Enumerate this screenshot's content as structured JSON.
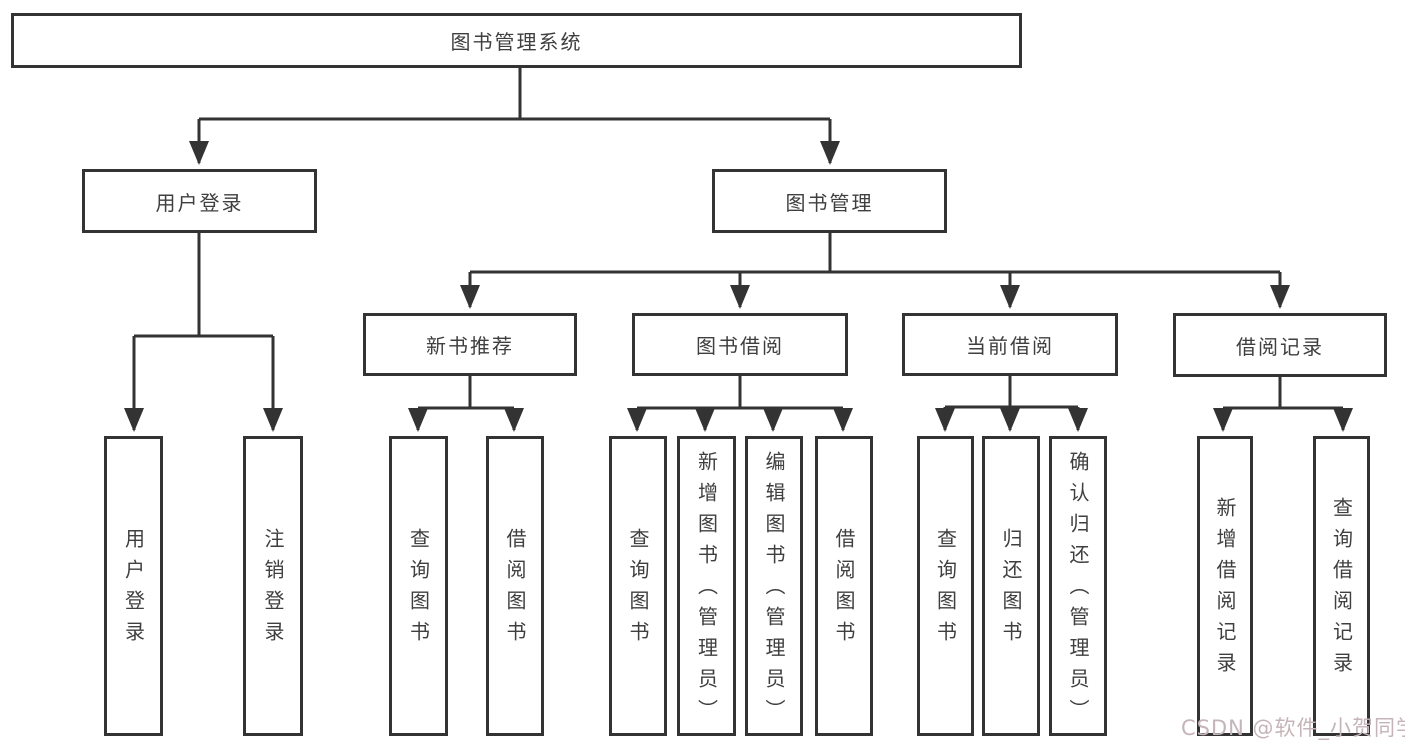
{
  "diagram": {
    "root": {
      "label": "图书管理系统"
    },
    "branches": [
      {
        "label": "用户登录",
        "children": [
          {
            "label": "用户登录"
          },
          {
            "label": "注销登录"
          }
        ]
      },
      {
        "label": "图书管理",
        "children": [
          {
            "label": "新书推荐",
            "children": [
              {
                "label": "查询图书"
              },
              {
                "label": "借阅图书"
              }
            ]
          },
          {
            "label": "图书借阅",
            "children": [
              {
                "label": "查询图书"
              },
              {
                "label": "新增图书（管理员）"
              },
              {
                "label": "编辑图书（管理员）"
              },
              {
                "label": "借阅图书"
              }
            ]
          },
          {
            "label": "当前借阅",
            "children": [
              {
                "label": "查询图书"
              },
              {
                "label": "归还图书"
              },
              {
                "label": "确认归还（管理员）"
              }
            ]
          },
          {
            "label": "借阅记录",
            "children": [
              {
                "label": "新增借阅记录"
              },
              {
                "label": "查询借阅记录"
              }
            ]
          }
        ]
      }
    ]
  },
  "watermark": {
    "text": "CSDN @软件_小贺同学"
  },
  "colors": {
    "line": "#333333",
    "text": "#3f3f3f",
    "background": "#ffffff",
    "watermark": "#c5b4b8"
  }
}
